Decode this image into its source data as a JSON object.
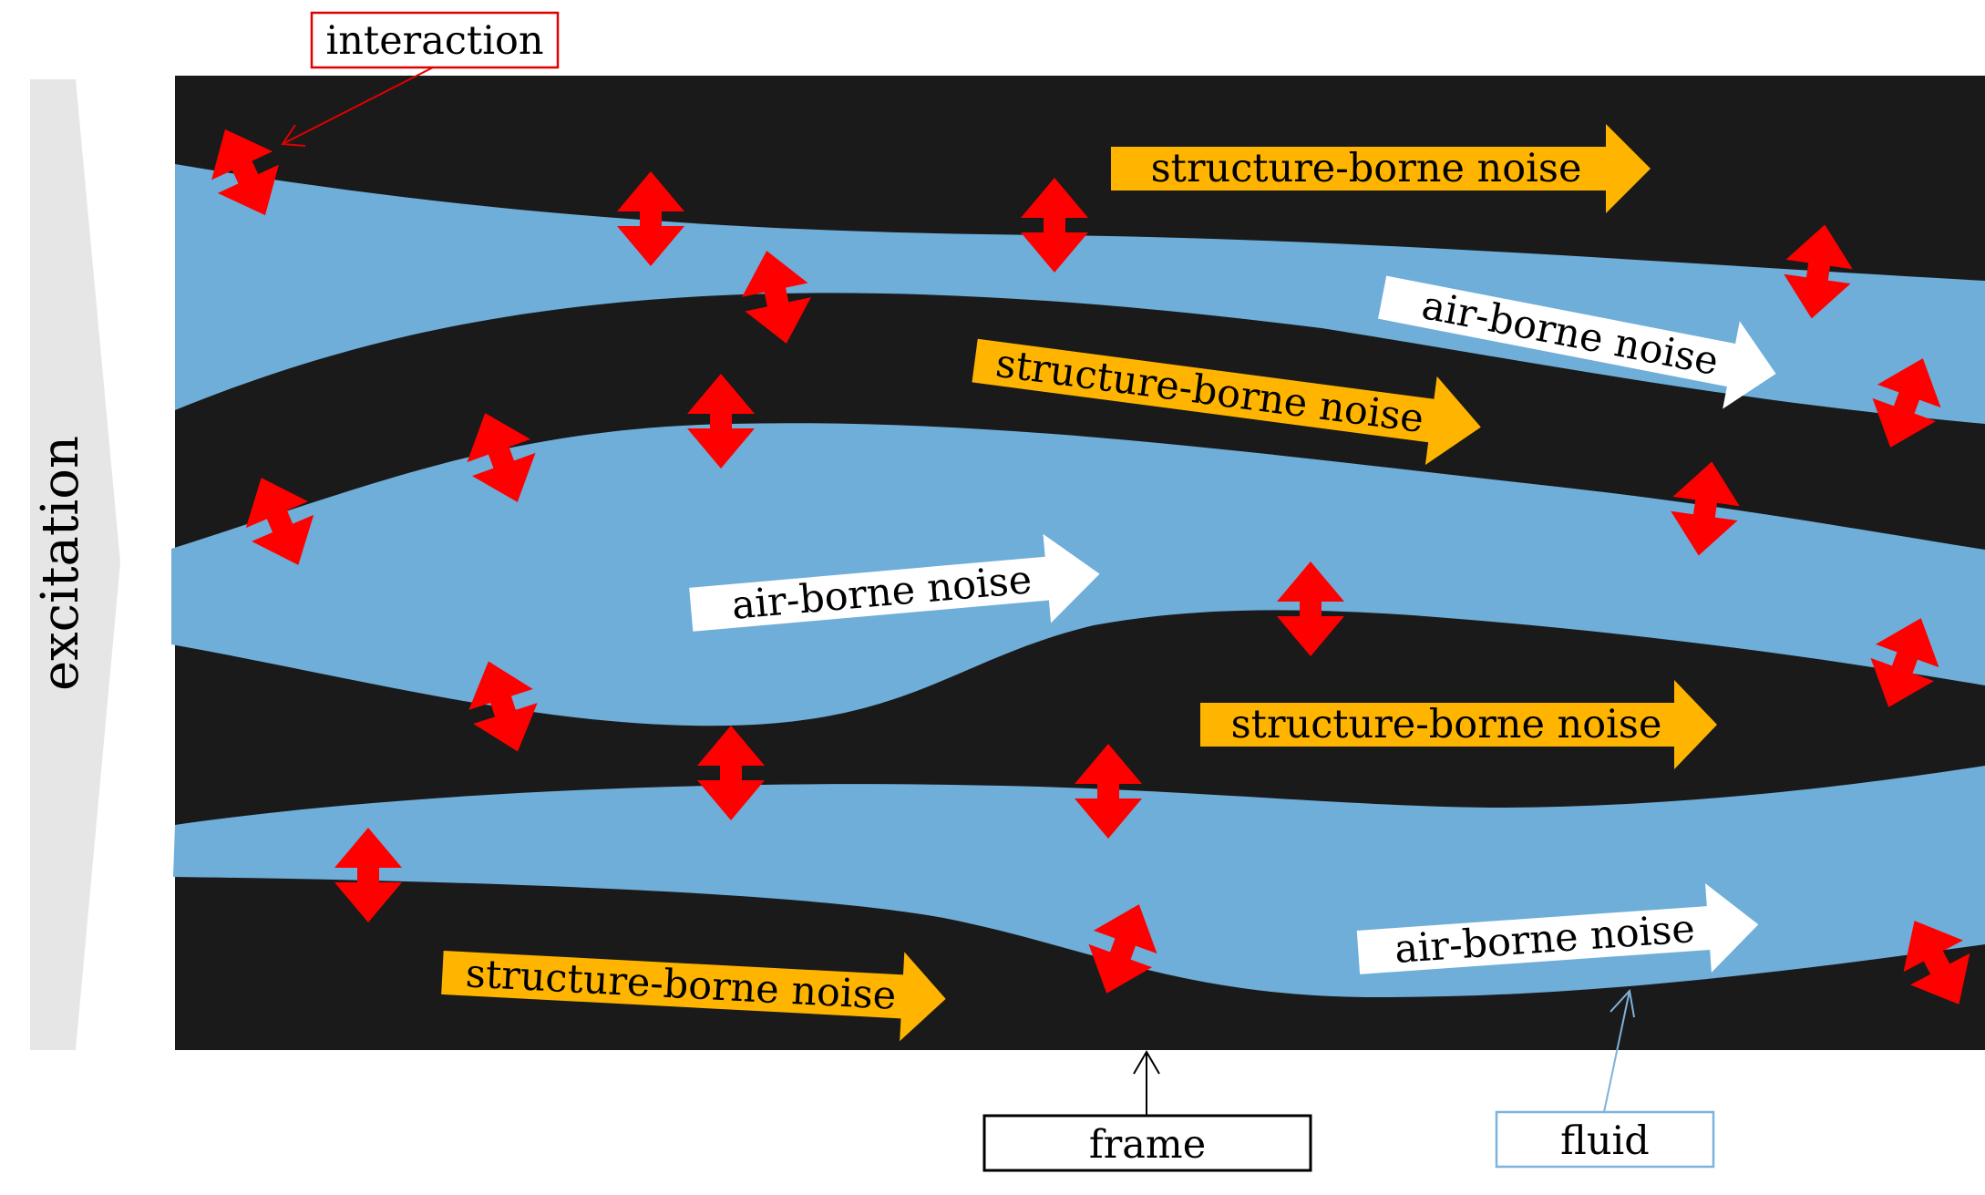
{
  "labels": {
    "excitation": "excitation",
    "interaction": "interaction",
    "frame": "frame",
    "fluid": "fluid"
  },
  "flows": {
    "structure_borne": "structure-borne noise",
    "air_borne": "air-borne noise"
  },
  "colors": {
    "frame": "#1a1a1a",
    "fluid": "#6eaed9",
    "structure_arrow": "#ffb400",
    "air_arrow": "#ffffff",
    "interaction": "#ff0000",
    "excitation": "#e6e6e6",
    "frame_box": "#000000",
    "fluid_box": "#7fb2dc",
    "interaction_box": "#e00000"
  }
}
